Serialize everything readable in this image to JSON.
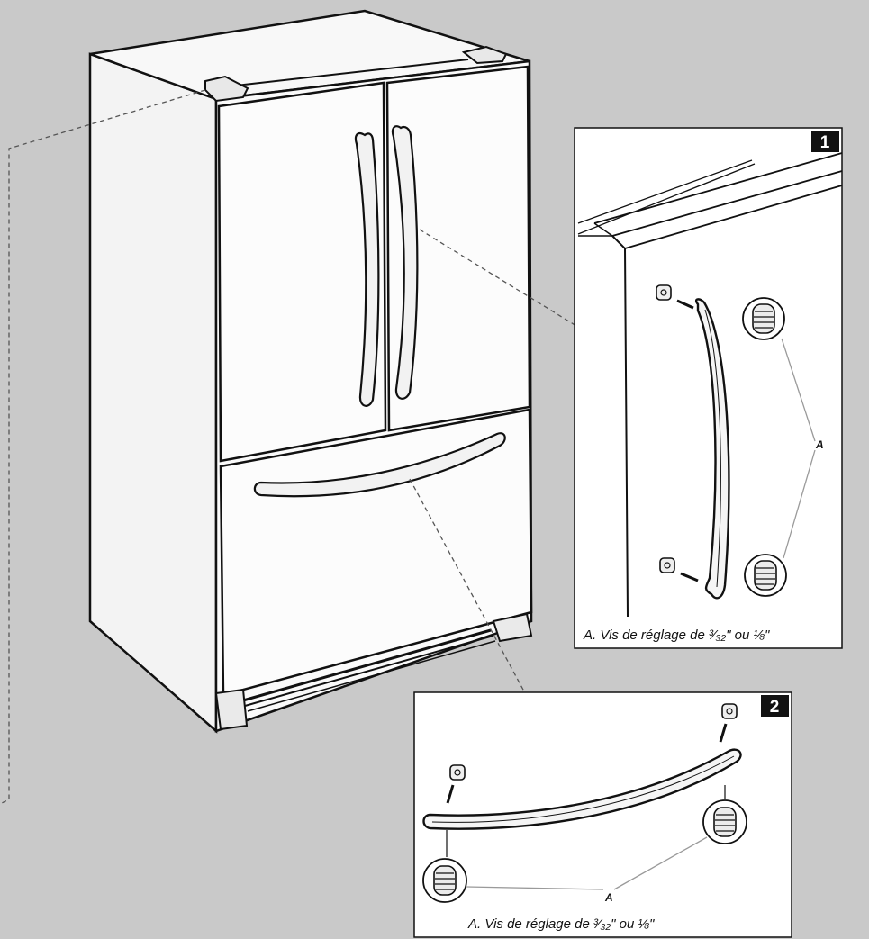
{
  "detail_1": {
    "badge": "1",
    "callout_letter": "A",
    "caption": "A. Vis de réglage de ³⁄₃₂\" ou ⅛\""
  },
  "detail_2": {
    "badge": "2",
    "callout_letter": "A",
    "caption": "A. Vis de réglage de ³⁄₃₂\" ou ⅛\""
  },
  "colors": {
    "background": "#c9c9c9",
    "panel": "#ffffff",
    "ink": "#111111",
    "leader_line": "#555555",
    "callout_line": "#9a9a9a"
  }
}
